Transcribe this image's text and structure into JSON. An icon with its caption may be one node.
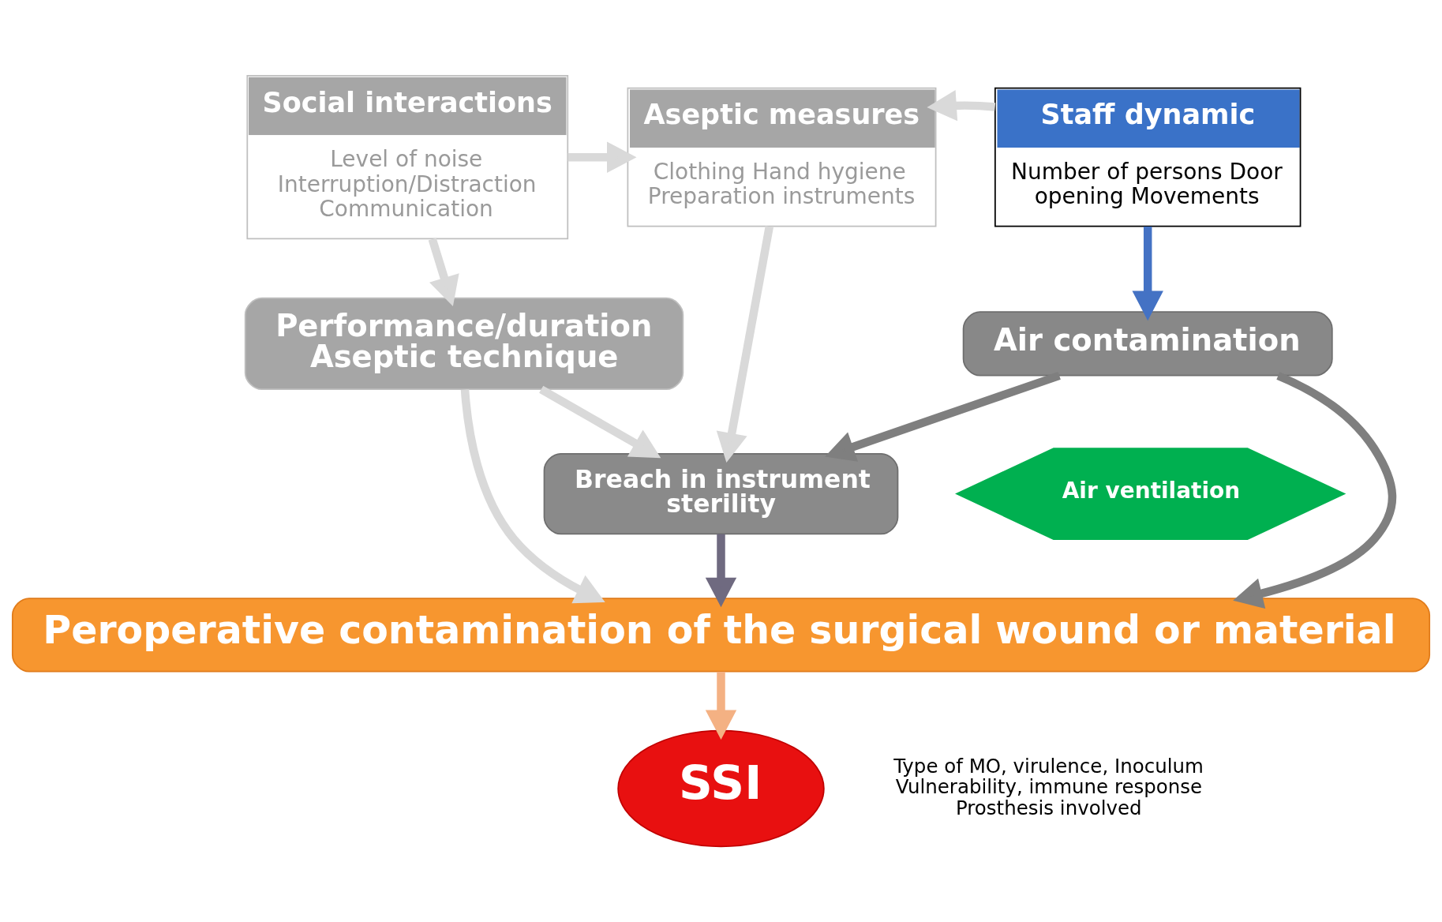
{
  "diagram": {
    "nodes": [
      {
        "text": [
          "Social interactions",
          "Level of noise Interruption/Distraction Communication"
        ]
      },
      {
        "text": [
          "Aseptic measures",
          "Clothing Hand hygiene Preparation instruments"
        ]
      },
      {
        "text": [
          "Staff dynamic",
          "Number of persons Door opening Movements"
        ]
      },
      {
        "text": [
          "Performance/duration Aseptic technique"
        ]
      },
      {
        "text": [
          "Breach in instrument sterility"
        ]
      },
      {
        "text": [
          "Air contamination"
        ]
      },
      {
        "text": [
          "Air ventilation"
        ]
      },
      {
        "text": [
          "Peroperative contamination of the surgical wound or material"
        ]
      },
      {
        "text": [
          "SSI"
        ],
        "beside": [
          "Type of MO, virulence, Inoculum Vulnerability, immune response Prosthesis involved"
        ]
      }
    ],
    "edges": [
      {
        "from": 0,
        "to": 3,
        "arrow": "to"
      },
      {
        "from": 0,
        "to": 1,
        "arrow": "to"
      },
      {
        "from": 1,
        "to": 4,
        "arrow": "to"
      },
      {
        "from": 2,
        "to": 1,
        "arrow": "to"
      },
      {
        "from": 2,
        "to": 5,
        "arrow": "to",
        "color": "#4472c4"
      },
      {
        "from": 3,
        "to": 7,
        "arrow": "to"
      },
      {
        "from": 3,
        "to": 4,
        "arrow": "to"
      },
      {
        "from": 5,
        "to": 4,
        "arrow": "to",
        "color": "#7f7f7f"
      },
      {
        "from": 5,
        "to": 7,
        "arrow": "to",
        "color": "#7f7f7f"
      },
      {
        "from": 4,
        "to": 7,
        "arrow": "to",
        "color": "#6f6a80"
      },
      {
        "from": 7,
        "to": 8,
        "arrow": "to",
        "color": "#f4b183"
      }
    ]
  }
}
